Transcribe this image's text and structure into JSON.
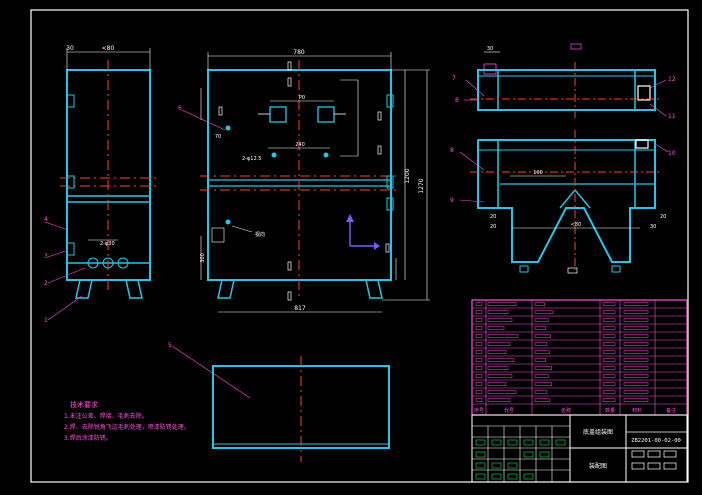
{
  "colors": {
    "background": "#000000",
    "frame": "#ffffff",
    "outline": "#22c7e8",
    "centerline": "#ff3b30",
    "dimension": "#ffffff",
    "callout": "#ff4fe0",
    "note": "#ff4fe0",
    "table": "#ff4fe0",
    "title_table": "#ffffff",
    "fill": "#00c853",
    "accent": "#7a5cff"
  },
  "front_view": {
    "dim_width_top": "<80",
    "dim_side_top": "30",
    "label_hole": "2-φ30",
    "callouts": [
      "1",
      "2",
      "3",
      "4"
    ]
  },
  "mid_view": {
    "dim_width_top": "780",
    "dim_bottom": "817",
    "dim_height_right": "1200",
    "dim_height_outer": "1270",
    "dim_left_low": "300",
    "dim_left_mid": "70",
    "dim_pitch": "2-φ12.5",
    "dim_inner": "240",
    "dim_p": "P0",
    "note_arrow": "视向"
  },
  "right_view_top": {
    "dim_top": "30",
    "callouts": [
      "7",
      "8",
      "12",
      "11"
    ]
  },
  "right_view_bottom": {
    "dim_inner": "100",
    "dim_width": "<80",
    "dims": [
      "20",
      "20",
      "30",
      "20"
    ],
    "callouts": [
      "8",
      "9",
      "10"
    ]
  },
  "bottom_view": {
    "callout": "5"
  },
  "notes": {
    "title": "技术要求",
    "lines": [
      "1.未注公差、焊接、毛刺去除。",
      "2.焊、去除锐角飞边毛刺处理，喷漆防锈处理。",
      "3.焊后涂漆防锈。"
    ]
  },
  "parts_table": {
    "header": [
      "序号",
      "代号",
      "名称",
      "数量",
      "材料",
      "备注"
    ],
    "rows": 13
  },
  "title_block": {
    "name": "底盖组装图",
    "drawing_no": "ZB2201-00-02-00",
    "unit": "装配图"
  }
}
